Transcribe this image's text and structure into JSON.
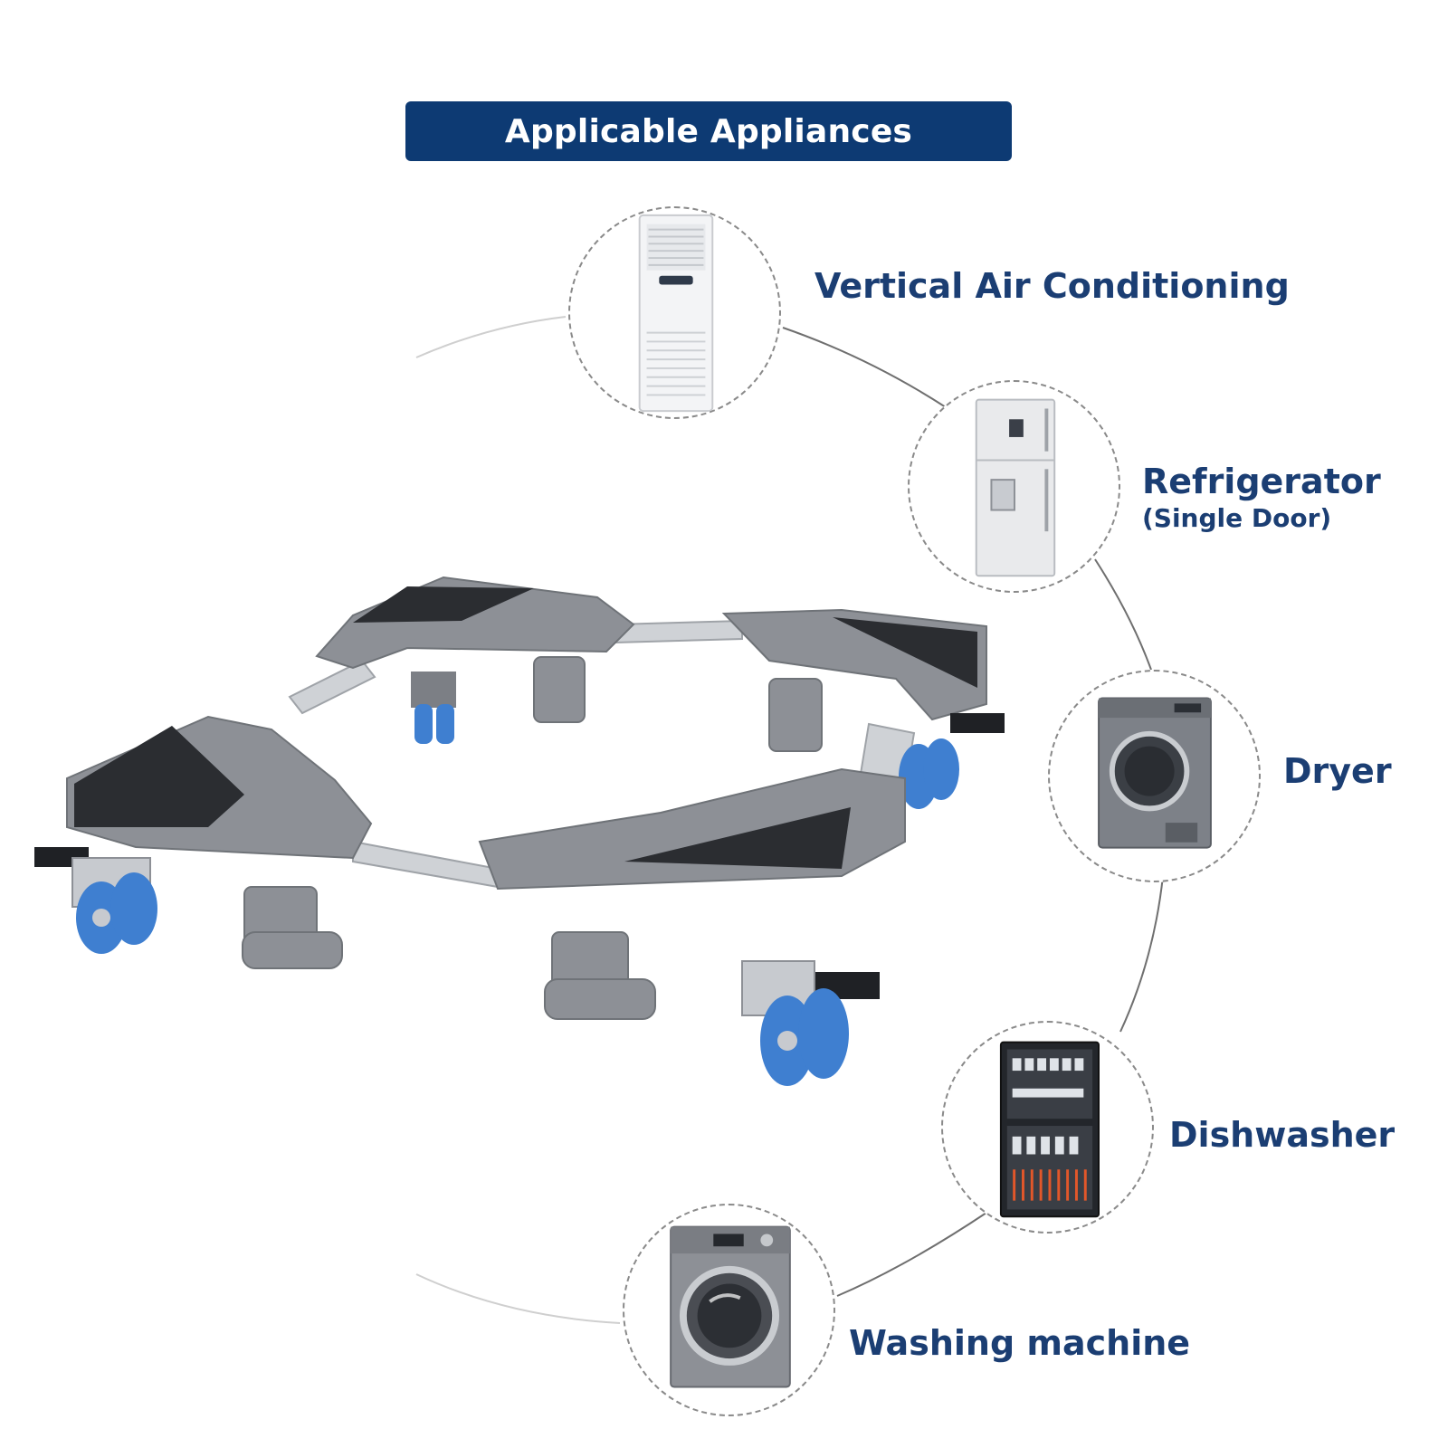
{
  "banner": {
    "title": "Applicable Appliances"
  },
  "appliances": [
    {
      "label": "Vertical Air Conditioning",
      "sublabel": "",
      "icon": "air-conditioner-icon"
    },
    {
      "label": "Refrigerator",
      "sublabel": "(Single Door)",
      "icon": "refrigerator-icon"
    },
    {
      "label": "Dryer",
      "sublabel": "",
      "icon": "dryer-icon"
    },
    {
      "label": "Dishwasher",
      "sublabel": "",
      "icon": "dishwasher-icon"
    },
    {
      "label": "Washing machine",
      "sublabel": "",
      "icon": "washing-machine-icon"
    }
  ],
  "colors": {
    "banner_bg": "#0d3a73",
    "label_text": "#1b3e73",
    "caster_blue": "#3f7fd0",
    "frame_grey": "#8d9096"
  }
}
